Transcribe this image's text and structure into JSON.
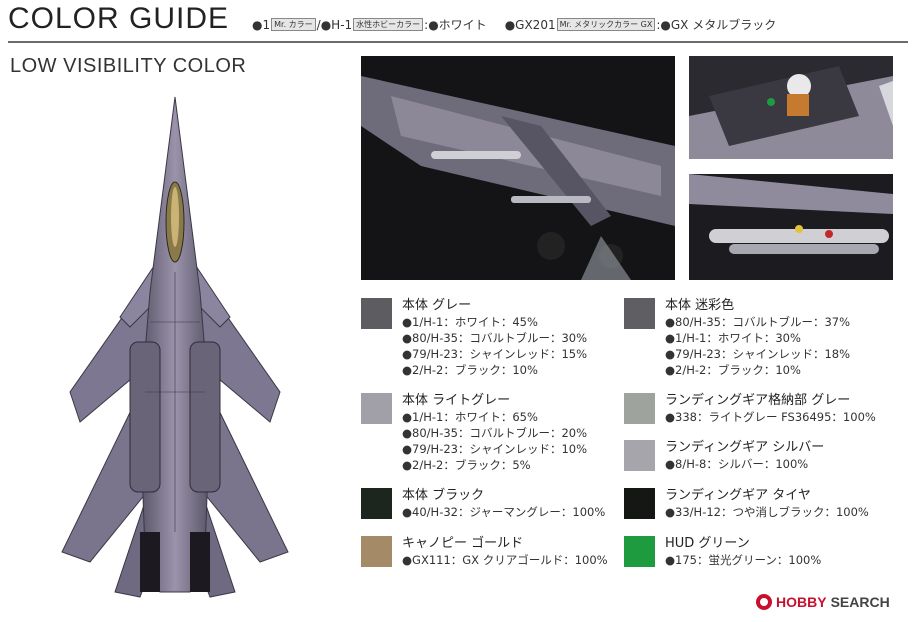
{
  "title": "COLOR GUIDE",
  "legend": {
    "dot1": "●1",
    "mr_color_box": "Mr. カラー",
    "slash": "/",
    "dot_h1": "●H-1",
    "aqueous_box": "水性ホビーカラー",
    "white_text": ":●ホワイト",
    "dot_gx201": "●GX201",
    "metallic_box": "Mr. メタリックカラー GX",
    "metal_black_text": ":●GX メタルブラック"
  },
  "subtitle": "LOW VISIBILITY COLOR",
  "swatches": [
    {
      "color": "#5d5c61",
      "title": "本体 グレー",
      "lines": [
        "●1/H-1：ホワイト：45%",
        "●80/H-35：コバルトブルー：30%",
        "●79/H-23：シャインレッド：15%",
        "●2/H-2：ブラック：10%"
      ]
    },
    {
      "color": "#a19fa7",
      "title": "本体 ライトグレー",
      "lines": [
        "●1/H-1：ホワイト：65%",
        "●80/H-35：コバルトブルー：20%",
        "●79/H-23：シャインレッド：10%",
        "●2/H-2：ブラック：5%"
      ]
    },
    {
      "color": "#1c261e",
      "title": "本体 ブラック",
      "lines": [
        "●40/H-32：ジャーマングレー：100%"
      ]
    },
    {
      "color": "#a58a67",
      "title": "キャノピー ゴールド",
      "lines": [
        "●GX111：GX クリアゴールド：100%"
      ]
    },
    {
      "color": "#5f5e62",
      "title": "本体 迷彩色",
      "lines": [
        "●80/H-35：コバルトブルー：37%",
        "●1/H-1：ホワイト：30%",
        "●79/H-23：シャインレッド：18%",
        "●2/H-2：ブラック：10%"
      ]
    },
    {
      "color": "#9fa39e",
      "title": "ランディングギア格納部 グレー",
      "lines": [
        "●338：ライトグレー FS36495：100%"
      ]
    },
    {
      "color": "#a6a5ab",
      "title": "ランディングギア シルバー",
      "lines": [
        "●8/H-8：シルバー：100%"
      ]
    },
    {
      "color": "#141714",
      "title": "ランディングギア タイヤ",
      "lines": [
        "●33/H-12：つや消しブラック：100%"
      ]
    },
    {
      "color": "#1e9b3f",
      "title": "HUD グリーン",
      "lines": [
        "●175：蛍光グリーン：100%"
      ]
    }
  ],
  "watermark": {
    "brand": "HOBBY",
    "word": "SEARCH"
  }
}
